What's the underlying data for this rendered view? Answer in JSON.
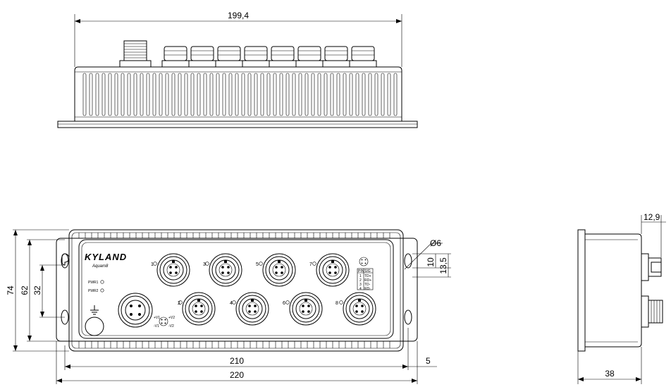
{
  "dimensions": {
    "top_width": "199,4",
    "front_210": "210",
    "front_220": "220",
    "front_5": "5",
    "front_74": "74",
    "front_62": "62",
    "front_32": "32",
    "hole_dia": "Ø6",
    "hole_10": "10",
    "hole_135": "13,5",
    "side_129": "12,9",
    "side_38": "38"
  },
  "device": {
    "brand": "KYLAND",
    "model": "Aquam8",
    "pwr1": "PWR1",
    "pwr2": "PWR2"
  },
  "port_labels": [
    "1",
    "3",
    "5",
    "7",
    "2",
    "4",
    "6",
    "8"
  ],
  "pin_table": {
    "header_pin": "PIN",
    "header_sig": "SIG",
    "rows": [
      [
        "1",
        "TD+"
      ],
      [
        "2",
        "RD+"
      ],
      [
        "3",
        "TD-"
      ],
      [
        "4",
        "RD-"
      ]
    ]
  },
  "power_pins": [
    "+V1",
    "+V2",
    "-V1",
    "-V2"
  ]
}
